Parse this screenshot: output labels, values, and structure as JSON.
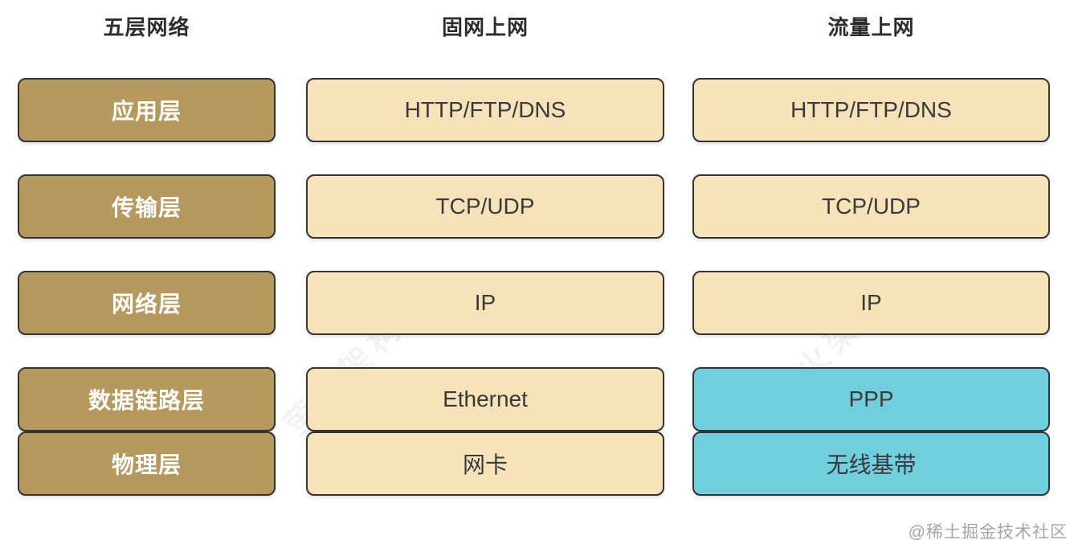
{
  "colors": {
    "background": "#ffffff",
    "layer_fill": "#b6995e",
    "protocol_fill": "#f8e2ba",
    "mobile_fill": "#70cedd",
    "box_border": "#333333",
    "header_text": "#2d2d2d",
    "box_text_dark": "#3a3a3a",
    "box_text_light": "#ffffff"
  },
  "columns": [
    {
      "header": "五层网络",
      "boxes": [
        {
          "label": "应用层"
        },
        {
          "label": "传输层"
        },
        {
          "label": "网络层"
        },
        {
          "label": "数据链路层"
        },
        {
          "label": "物理层"
        }
      ]
    },
    {
      "header": "固网上网",
      "boxes": [
        {
          "label": "HTTP/FTP/DNS"
        },
        {
          "label": "TCP/UDP"
        },
        {
          "label": "IP"
        },
        {
          "label": "Ethernet"
        },
        {
          "label": "网卡"
        }
      ]
    },
    {
      "header": "流量上网",
      "boxes": [
        {
          "label": "HTTP/FTP/DNS"
        },
        {
          "label": "TCP/UDP"
        },
        {
          "label": "IP"
        },
        {
          "label": "PPP"
        },
        {
          "label": "无线基带"
        }
      ]
    }
  ],
  "watermarks": {
    "diagonal_text": "萤火架构",
    "credit": "@稀土掘金技术社区"
  }
}
